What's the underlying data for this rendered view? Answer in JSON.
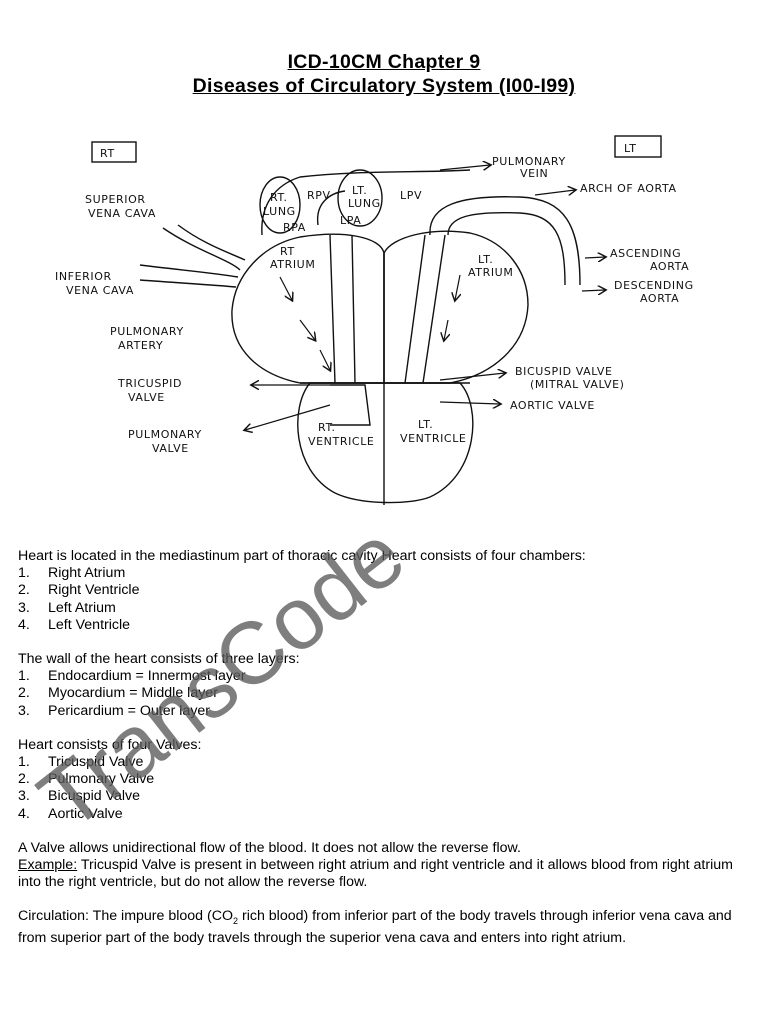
{
  "title": {
    "line1": "ICD-10CM Chapter 9",
    "line2": "Diseases of Circulatory System (I00-I99)"
  },
  "diagram": {
    "rt": "RT",
    "lt": "LT",
    "pulmonary_vein_1": "PULMONARY",
    "pulmonary_vein_2": "VEIN",
    "arch_of_aorta": "ARCH OF AORTA",
    "superior_vena_cava_1": "SUPERIOR",
    "superior_vena_cava_2": "VENA CAVA",
    "rt_lung_1": "RT.",
    "rt_lung_2": "LUNG",
    "rpv": "RPV",
    "lt_lung_1": "LT.",
    "lt_lung_2": "LUNG",
    "lpv": "LPV",
    "rpa": "RPA",
    "lpa": "LPA",
    "rt_atrium_1": "RT",
    "rt_atrium_2": "ATRIUM",
    "lt_atrium_1": "LT.",
    "lt_atrium_2": "ATRIUM",
    "ascending_aorta_1": "ASCENDING",
    "ascending_aorta_2": "AORTA",
    "descending_aorta_1": "DESCENDING",
    "descending_aorta_2": "AORTA",
    "inferior_vena_cava_1": "INFERIOR",
    "inferior_vena_cava_2": "VENA CAVA",
    "pulmonary_artery_1": "PULMONARY",
    "pulmonary_artery_2": "ARTERY",
    "tricuspid_valve_1": "TRICUSPID",
    "tricuspid_valve_2": "VALVE",
    "bicuspid_valve_1": "BICUSPID VALVE",
    "bicuspid_valve_2": "(MITRAL VALVE)",
    "aortic_valve": "AORTIC VALVE",
    "pulmonary_valve_1": "PULMONARY",
    "pulmonary_valve_2": "VALVE",
    "rt_ventricle_1": "RT.",
    "rt_ventricle_2": "VENTRICLE",
    "lt_ventricle_1": "LT.",
    "lt_ventricle_2": "VENTRICLE"
  },
  "text": {
    "intro": "Heart is located in the mediastinum part of thoracic cavity Heart consists of four chambers:",
    "chambers": [
      "Right Atrium",
      "Right Ventricle",
      "Left Atrium",
      "Left Ventricle"
    ],
    "layers_intro": "The wall of the heart consists of three layers:",
    "layers": [
      "Endocardium = Innermost layer",
      "Myocardium = Middle layer",
      "Pericardium = Outer layer"
    ],
    "valves_intro": "Heart consists of four Valves:",
    "valves": [
      "Tricuspid Valve",
      "Pulmonary Valve",
      "Bicuspid Valve",
      "Aortic Valve"
    ],
    "valve_statement": "A Valve allows unidirectional flow of the blood.  It does not allow the reverse flow.",
    "example_label": "Example:",
    "example_text": " Tricuspid Valve is present in between right atrium and right ventricle and it allows blood from right atrium into the right ventricle, but do not allow the reverse flow.",
    "circulation_a": "Circulation:  The impure blood (CO",
    "circulation_sub": "2",
    "circulation_b": " rich blood) from inferior part of the body travels through inferior vena cava and from superior part of the body travels through the superior vena cava and enters into right atrium."
  },
  "numbers": [
    "1.",
    "2.",
    "3.",
    "4."
  ],
  "watermark": "TransCode"
}
